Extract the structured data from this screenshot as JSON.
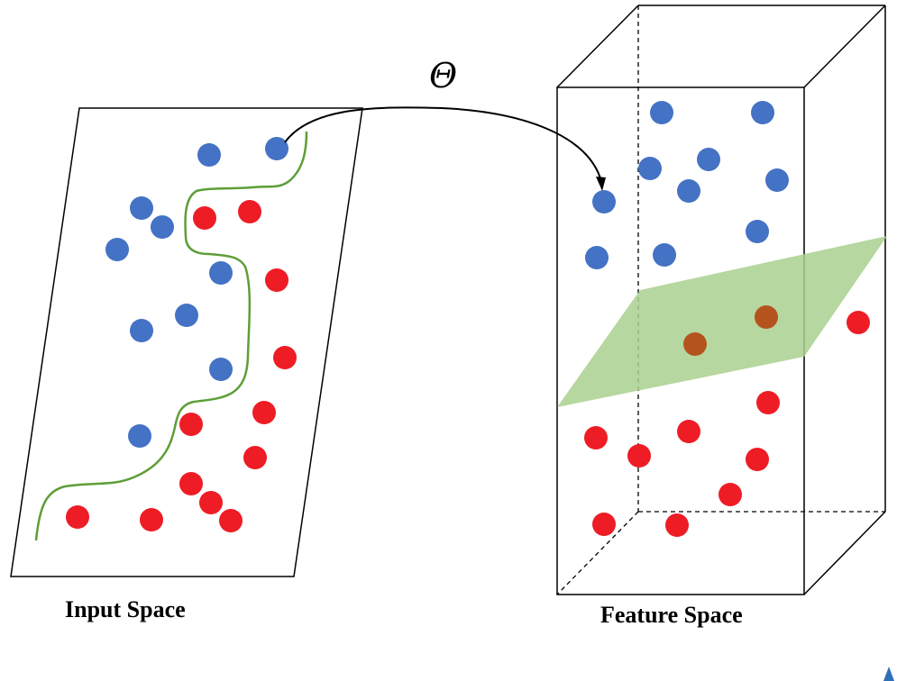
{
  "mapping": {
    "symbol": "Θ"
  },
  "input_space": {
    "label": "Input Space"
  },
  "feature_space": {
    "label": "Feature Space"
  },
  "colors": {
    "class_a": "#4472c4",
    "class_b": "#ee1c25",
    "on_plane": "#b5531f",
    "plane": "#a9d08e",
    "boundary": "#5e9e37",
    "outline": "#000000"
  }
}
